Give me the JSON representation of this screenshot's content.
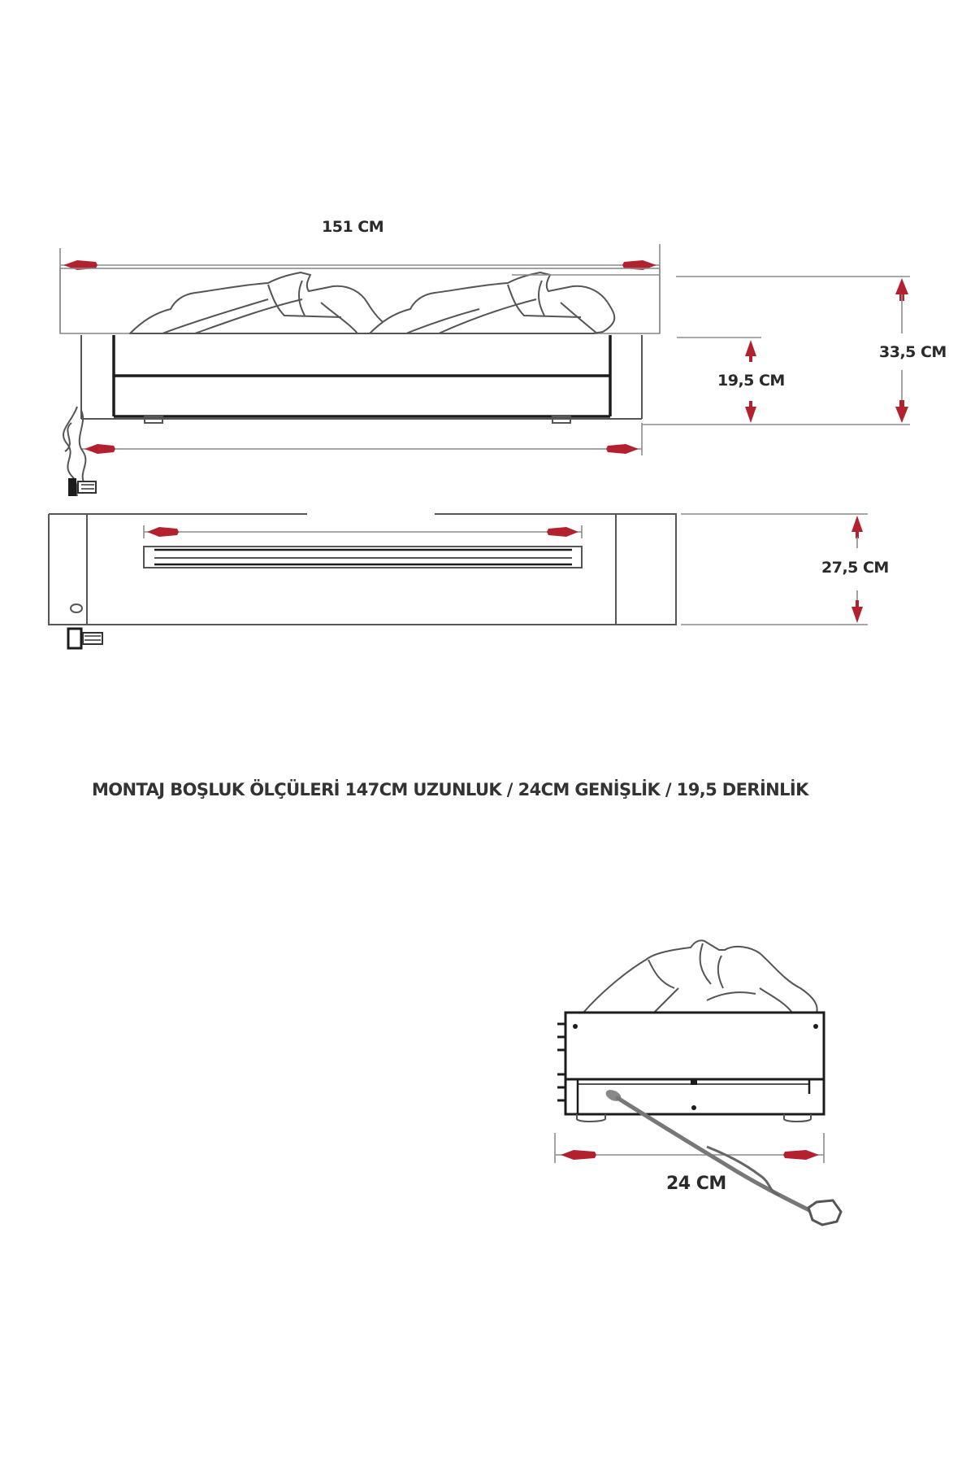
{
  "diagram": {
    "subject": "Electric fireplace insert dimension drawing",
    "colors": {
      "arrow": "#b3212e",
      "line": "#555555",
      "text": "#2a2a2a",
      "background": "#ffffff"
    },
    "front_view": {
      "width_label": "151 CM",
      "total_height_label": "33,5 CM",
      "body_height_label": "19,5 CM"
    },
    "top_view": {
      "depth_label": "27,5 CM"
    },
    "installation_note": "MONTAJ BOŞLUK ÖLÇÜLERİ 147CM UZUNLUK / 24CM GENİŞLİK / 19,5 DERİNLİK",
    "side_view": {
      "width_label": "24 CM"
    },
    "icons": [
      "power-cord-icon",
      "plug-icon",
      "remote-control-icon",
      "dimension-arrow-icon"
    ]
  }
}
